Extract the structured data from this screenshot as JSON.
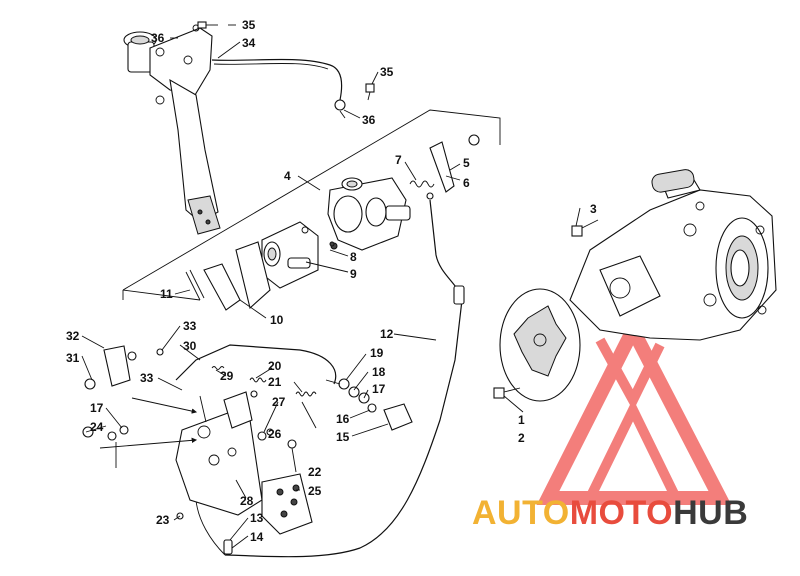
{
  "labels": {
    "l1": "1",
    "l2": "2",
    "l3": "3",
    "l4": "4",
    "l5": "5",
    "l6": "6",
    "l7": "7",
    "l8": "8",
    "l9": "9",
    "l10": "10",
    "l11": "11",
    "l12": "12",
    "l13": "13",
    "l14": "14",
    "l15": "15",
    "l16": "16",
    "l17a": "17",
    "l17b": "17",
    "l18": "18",
    "l19": "19",
    "l20": "20",
    "l21": "21",
    "l22": "22",
    "l23": "23",
    "l24": "24",
    "l25": "25",
    "l26": "26",
    "l27": "27",
    "l28": "28",
    "l29": "29",
    "l30": "30",
    "l31": "31",
    "l32": "32",
    "l33a": "33",
    "l33b": "33",
    "l34": "34",
    "l35a": "35",
    "l35b": "35",
    "l36a": "36",
    "l36b": "36"
  },
  "watermark": {
    "part1": "AUTO",
    "part2": "MOTO",
    "part3": "HUB",
    "color1": "#f2b233",
    "color2": "#e84c3d",
    "color3": "#3a3a3a",
    "logo_color": "#ef5350"
  }
}
